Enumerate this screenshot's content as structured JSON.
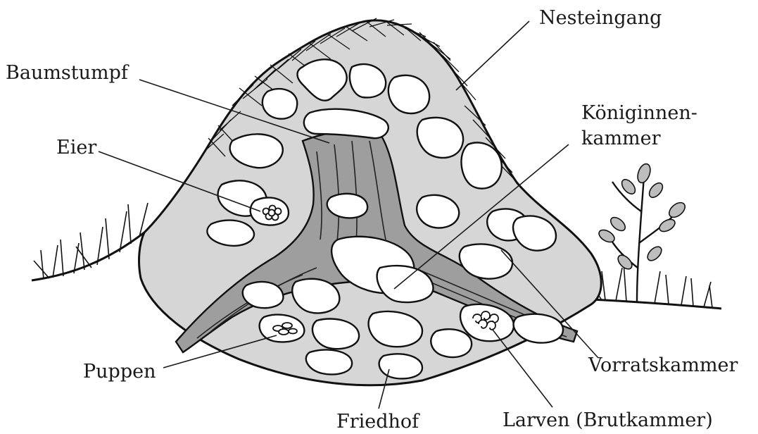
{
  "labels": {
    "nest_entrance": "Nesteingang",
    "tree_stump": "Baumstumpf",
    "queen_chamber_line1": "Königinnen-",
    "queen_chamber_line2": "kammer",
    "eggs": "Eier",
    "pupae": "Puppen",
    "storage_chamber": "Vorratskammer",
    "cemetery": "Friedhof",
    "larvae": "Larven (Brutkammer)"
  }
}
